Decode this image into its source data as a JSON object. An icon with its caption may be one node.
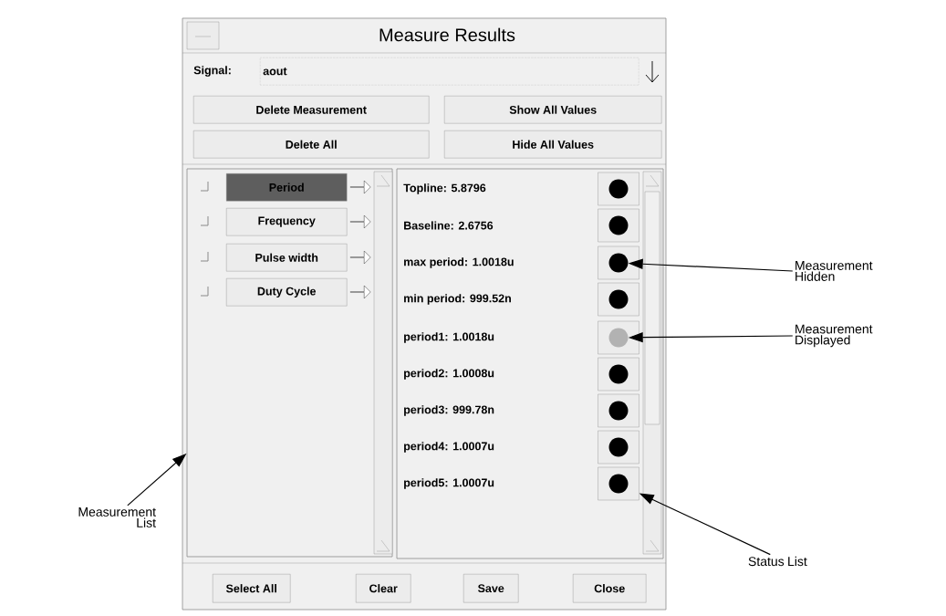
{
  "diagram": {
    "title": "Measure Results",
    "nodes": [
      {
        "text": [],
        "shape": "box"
      },
      {
        "text": [],
        "shape": "box"
      },
      {
        "text": [],
        "shape": "circle",
        "in": 1
      },
      {
        "text": [],
        "shape": "box"
      },
      {
        "text": [],
        "shape": "circle",
        "in": 3
      },
      {
        "text": [],
        "shape": "box"
      },
      {
        "text": [],
        "shape": "circle",
        "in": 5
      },
      {
        "text": [],
        "shape": "box"
      },
      {
        "text": [],
        "shape": "circle",
        "in": 7
      },
      {
        "text": [],
        "shape": "box"
      },
      {
        "text": [],
        "shape": "circle",
        "in": 9
      },
      {
        "text": [],
        "shape": "box"
      },
      {
        "text": [],
        "shape": "circle",
        "in": 11
      },
      {
        "text": [],
        "shape": "box"
      },
      {
        "text": [],
        "shape": "circle",
        "in": 13
      },
      {
        "text": [],
        "shape": "box"
      },
      {
        "text": [],
        "shape": "circle",
        "in": 15
      },
      {
        "text": [],
        "shape": "box"
      },
      {
        "text": [],
        "shape": "circle",
        "in": 17
      },
      {
        "text": [
          "Measurement Hidden"
        ]
      },
      {
        "text": [
          "Measurement Displayed"
        ]
      },
      {
        "text": [
          "Measurement List"
        ]
      },
      {
        "text": [
          "Status List"
        ]
      }
    ],
    "edges": [
      {
        "from": 19,
        "to": 6,
        "arrow": "to"
      },
      {
        "from": 20,
        "to": 10,
        "arrow": "to"
      },
      {
        "from": 21,
        "to": 0,
        "arrow": "to"
      },
      {
        "from": 22,
        "to": 17,
        "arrow": "to"
      }
    ],
    "labels": [
      "Signal:",
      "aout",
      "Delete Measurement",
      "Show All Values",
      "Delete All",
      "Hide All Values",
      "Period",
      "Frequency",
      "Pulse width",
      "Duty Cycle",
      "Topline: 5.8796",
      "Baseline: 2.6756",
      "max period: 1.0018u",
      "min period: 999.52n",
      "period1: 1.0018u",
      "period2: 1.0008u",
      "period3: 999.78n",
      "period4: 1.0007u",
      "period5: 1.0007u",
      "Select All",
      "Clear",
      "Save",
      "Close"
    ]
  }
}
